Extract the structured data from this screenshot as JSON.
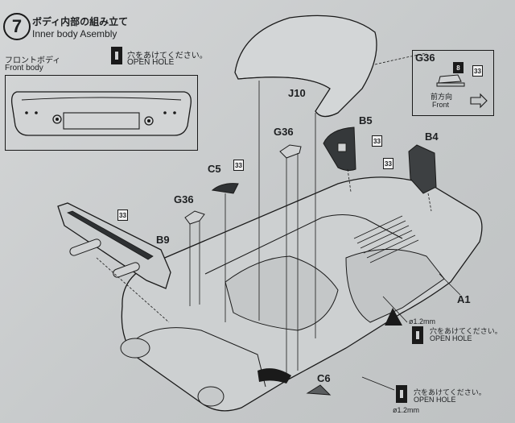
{
  "step": {
    "number": "7",
    "title_jp": "ボディ内部の組み立て",
    "title_en": "Inner body Asembly"
  },
  "inset": {
    "label_jp": "フロントボディ",
    "label_en": "Front body"
  },
  "hole_note": {
    "jp": "穴をあけてください。",
    "en": "OPEN HOLE",
    "diameter": "ø1.2mm"
  },
  "callout": {
    "part": "G36",
    "badge_a": "8",
    "badge_b": "33",
    "direction_jp": "前方向",
    "direction_en": "Front"
  },
  "parts": {
    "j10": "J10",
    "g36": "G36",
    "b5": "B5",
    "b4": "B4",
    "c5": "C5",
    "b9": "B9",
    "a1": "A1",
    "c6": "C6"
  },
  "badges": {
    "paint": "33"
  }
}
